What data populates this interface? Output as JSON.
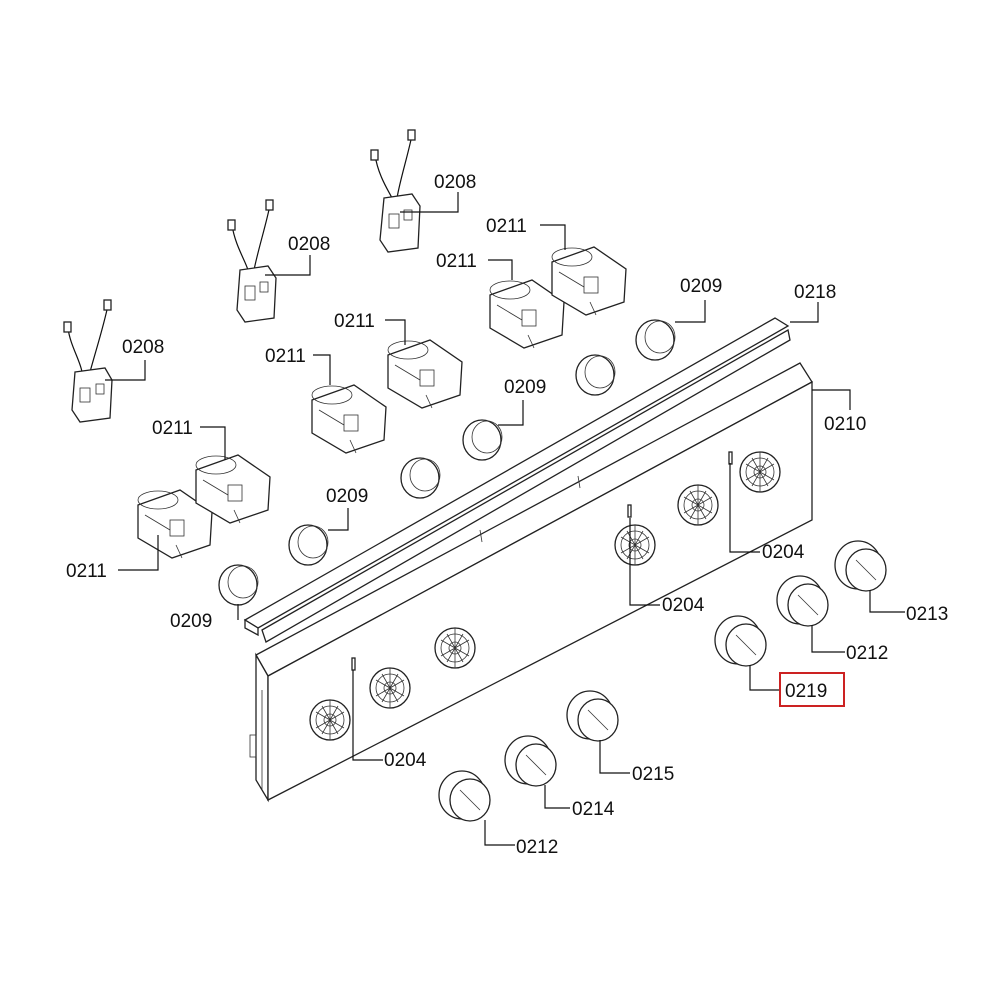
{
  "diagram": {
    "highlight_color": "#cc2222",
    "highlighted_part": "0219",
    "labels": {
      "l_0208_top": "0208",
      "l_0208_mid": "0208",
      "l_0208_left": "0208",
      "l_0211_a": "0211",
      "l_0211_b": "0211",
      "l_0211_c": "0211",
      "l_0211_d": "0211",
      "l_0211_e": "0211",
      "l_0211_f": "0211",
      "l_0209_a": "0209",
      "l_0209_b": "0209",
      "l_0209_c": "0209",
      "l_0209_d": "0209",
      "l_0218": "0218",
      "l_0210": "0210",
      "l_0204_a": "0204",
      "l_0204_b": "0204",
      "l_0204_c": "0204",
      "l_0213": "0213",
      "l_0212_a": "0212",
      "l_0219": "0219",
      "l_0215": "0215",
      "l_0214": "0214",
      "l_0212_b": "0212"
    }
  }
}
